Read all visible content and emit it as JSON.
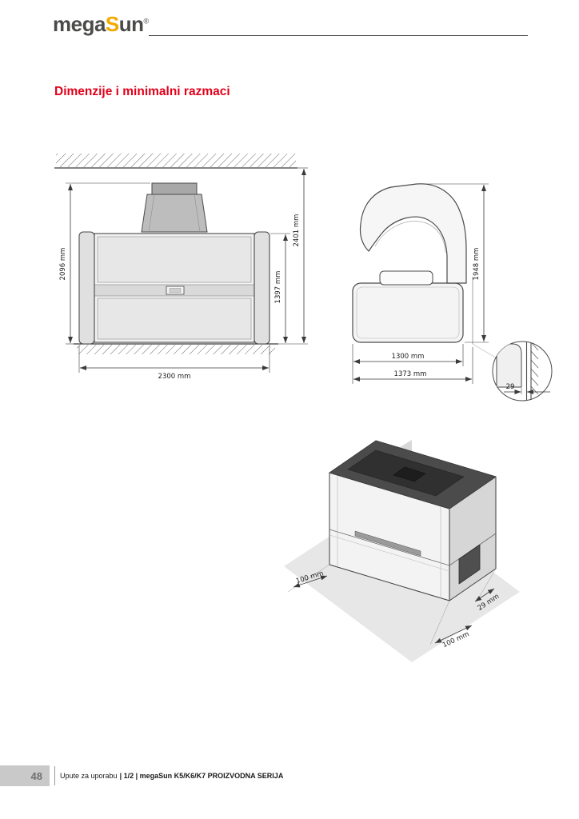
{
  "header": {
    "logo_mega": "mega",
    "logo_s": "S",
    "logo_un": "un",
    "logo_reg": "®"
  },
  "title": "Dimenzije i minimalni razmaci",
  "front_view": {
    "dim_unit_height": "2096 mm",
    "dim_ceiling_height": "2401 mm",
    "dim_open_height": "1397 mm",
    "dim_width": "2300 mm"
  },
  "side_view": {
    "dim_height": "1948 mm",
    "dim_depth_inner": "1300 mm",
    "dim_depth_outer": "1373 mm",
    "detail_gap": "29"
  },
  "iso_view": {
    "clearance_left": "100 mm",
    "clearance_wall": "29 mm",
    "clearance_front": "100 mm"
  },
  "footer": {
    "page_number": "48",
    "doc_label": "Upute za uporabu",
    "doc_meta": "| 1/2 | megaSun K5/K6/K7 PROIZVODNA SERIJA"
  }
}
